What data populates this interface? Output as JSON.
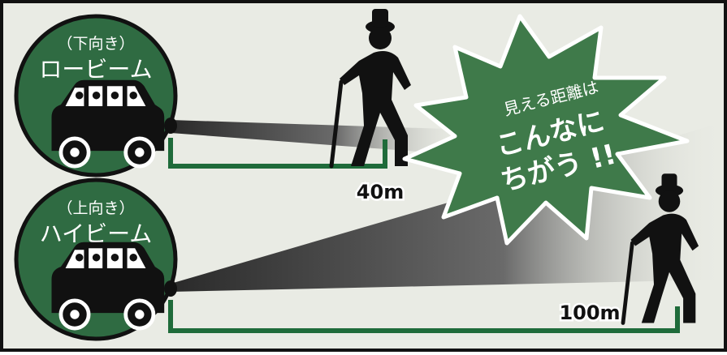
{
  "low_beam": {
    "orientation": "（下向き）",
    "name": "ロービーム",
    "distance": "40m"
  },
  "high_beam": {
    "orientation": "（上向き）",
    "name": "ハイビーム",
    "distance": "100m"
  },
  "burst": {
    "line1": "見える距離は",
    "line2": "こんなに",
    "line3": "ちがう !!"
  },
  "colors": {
    "background": "#e9ebe4",
    "circle_fill": "#2f6b42",
    "distance_line": "#1f6b3a",
    "burst_fill": "#3f7a4a",
    "silhouette": "#111111"
  }
}
